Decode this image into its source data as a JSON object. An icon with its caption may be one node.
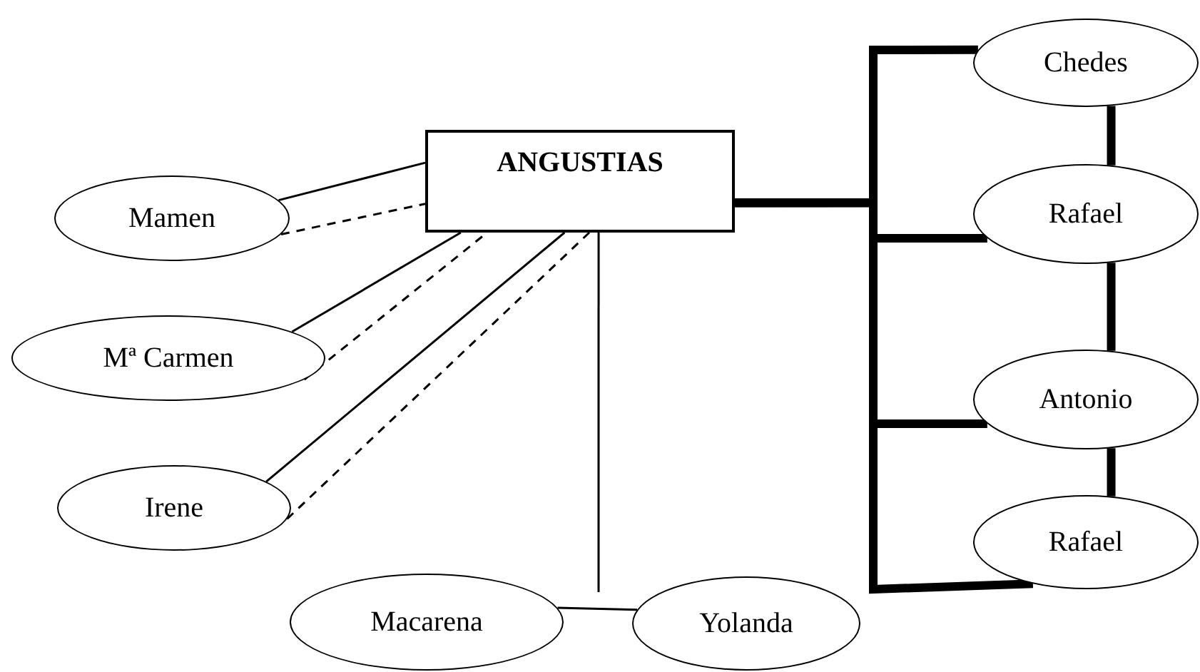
{
  "diagram": {
    "nodes": [
      {
        "text": [
          "ANGUSTIAS"
        ]
      },
      {
        "text": [
          "Mamen"
        ]
      },
      {
        "text": [
          "Mª Carmen"
        ]
      },
      {
        "text": [
          "Irene"
        ]
      },
      {
        "text": [
          "Macarena"
        ]
      },
      {
        "text": [
          "Yolanda"
        ]
      },
      {
        "text": [
          "Chedes"
        ]
      },
      {
        "text": [
          "Rafael"
        ]
      },
      {
        "text": [
          "Antonio"
        ]
      },
      {
        "text": [
          "Rafael"
        ]
      }
    ],
    "edges": [
      {
        "from": 1,
        "to": 0,
        "arrow": "none"
      },
      {
        "from": 1,
        "to": 0,
        "arrow": "none",
        "style": "dashed"
      },
      {
        "from": 2,
        "to": 0,
        "arrow": "none"
      },
      {
        "from": 2,
        "to": 0,
        "arrow": "none",
        "style": "dashed"
      },
      {
        "from": 3,
        "to": 0,
        "arrow": "none"
      },
      {
        "from": 3,
        "to": 0,
        "arrow": "none",
        "style": "dashed"
      },
      {
        "from": 0,
        "to": null,
        "arrow": "none"
      },
      {
        "from": 4,
        "to": 5,
        "arrow": "none"
      },
      {
        "from": 0,
        "to": 6,
        "arrow": "none",
        "style": "thick"
      },
      {
        "from": 0,
        "to": 7,
        "arrow": "none",
        "style": "thick"
      },
      {
        "from": 0,
        "to": 8,
        "arrow": "none",
        "style": "thick"
      },
      {
        "from": 0,
        "to": 9,
        "arrow": "none",
        "style": "thick"
      },
      {
        "from": 6,
        "to": 7,
        "arrow": "none",
        "style": "thick"
      },
      {
        "from": 7,
        "to": 8,
        "arrow": "none",
        "style": "thick"
      },
      {
        "from": 8,
        "to": 9,
        "arrow": "none",
        "style": "thick"
      }
    ]
  }
}
